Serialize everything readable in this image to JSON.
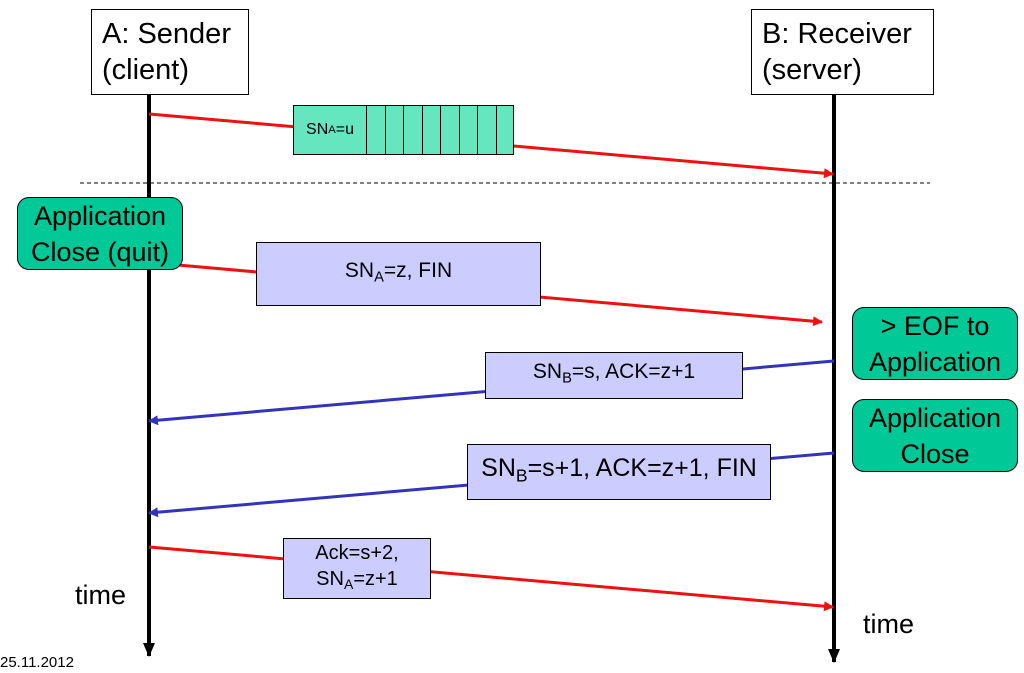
{
  "sender": {
    "line1": "A: Sender",
    "line2": "(client)"
  },
  "receiver": {
    "line1": "B: Receiver",
    "line2": "(server)"
  },
  "messages": {
    "data": {
      "prefix": "SN",
      "sub": "A",
      "rest": "=u"
    },
    "fin_a": {
      "prefix": "SN",
      "sub": "A",
      "rest": "=z, FIN"
    },
    "ack_b": {
      "prefix": "SN",
      "sub": "B",
      "rest": "=s, ACK=z+1"
    },
    "fin_b": {
      "prefix": "SN",
      "sub": "B",
      "rest": "=s+1, ACK=z+1, FIN"
    },
    "final_ack": {
      "line1": "Ack=s+2,",
      "prefix": "SN",
      "sub": "A",
      "rest": "=z+1"
    }
  },
  "notes": {
    "app_close_quit": {
      "line1": "Application",
      "line2": "Close (quit)"
    },
    "eof": {
      "line1": "> EOF to",
      "line2": "Application"
    },
    "app_close": {
      "line1": "Application",
      "line2": "Close"
    }
  },
  "time_left": "time",
  "time_right": "time",
  "date": "25.11.2012",
  "colors": {
    "sender_arrow": "#ee1111",
    "receiver_arrow": "#3333bb",
    "message_fill": "#ccccff",
    "note_fill": "#00c896",
    "data_fill": "#66e6bf"
  }
}
